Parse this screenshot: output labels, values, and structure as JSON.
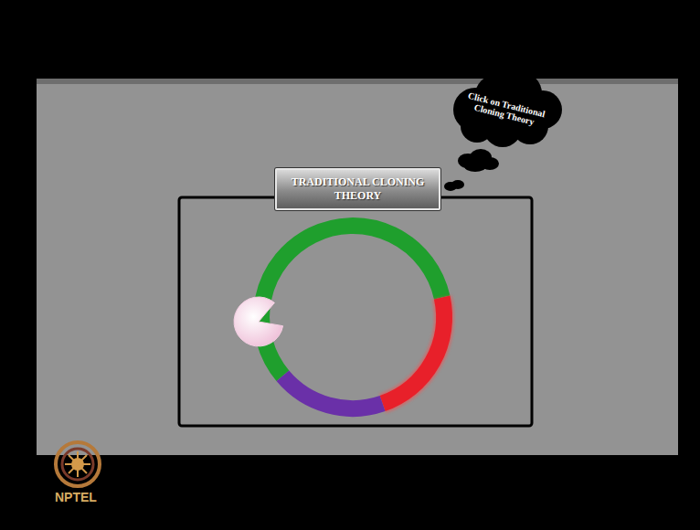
{
  "diagram": {
    "nodes": [
      {
        "text": [
          "Click on Traditional Cloning Theory"
        ]
      },
      {
        "text": [
          "TRADITIONAL CLONING THEORY"
        ]
      }
    ],
    "labels": [
      "NPTEL"
    ]
  }
}
